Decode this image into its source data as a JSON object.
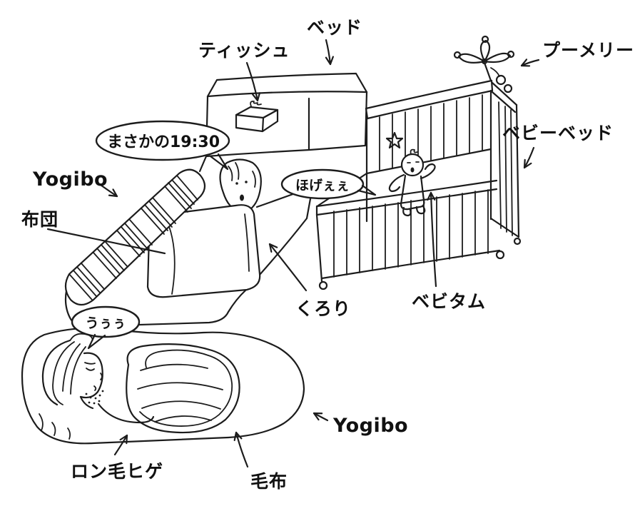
{
  "labels": {
    "bed": "ベッド",
    "tissue": "ティッシュ",
    "mobile": "プーメリー",
    "baby_bed": "ベビーベッド",
    "yogibo_left": "Yogibo",
    "futon": "布団",
    "kurori": "くろり",
    "bebitam": "ベビタム",
    "yogibo_bottom": "Yogibo",
    "long_hair_beard": "ロン毛ヒゲ",
    "blanket": "毛布"
  },
  "speech_bubbles": {
    "mom": "まさかの19:30",
    "baby": "ほげぇぇ",
    "dad": "うぅぅ"
  },
  "colors": {
    "ink": "#1c1c1c",
    "background": "#ffffff"
  }
}
